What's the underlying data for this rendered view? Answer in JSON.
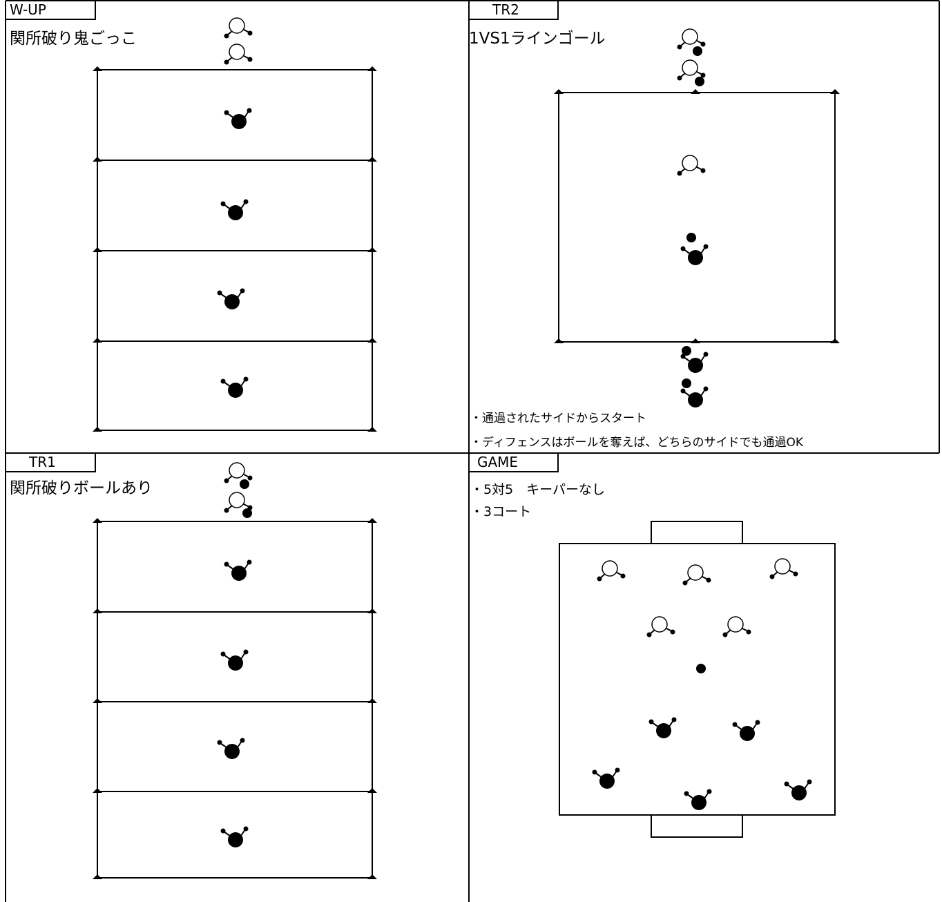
{
  "panels": {
    "wup": {
      "tab": "W-UP",
      "title": "関所破り鬼ごっこ"
    },
    "tr2": {
      "tab": "TR2",
      "title": "1VS1ラインゴール",
      "notes": [
        "・通過されたサイドからスタート",
        "・ディフェンスはボールを奪えば、どちらのサイドでも通過OK"
      ]
    },
    "tr1": {
      "tab": "TR1",
      "title": "関所破りボールあり"
    },
    "game": {
      "tab": "GAME",
      "notes": [
        "・5対5　キーパーなし",
        "・3コート"
      ]
    }
  },
  "colors": {
    "line": "#000000",
    "background": "#ffffff"
  },
  "icons": [
    "attacker-player-icon",
    "defender-player-icon",
    "ball-icon",
    "cone-icon"
  ]
}
